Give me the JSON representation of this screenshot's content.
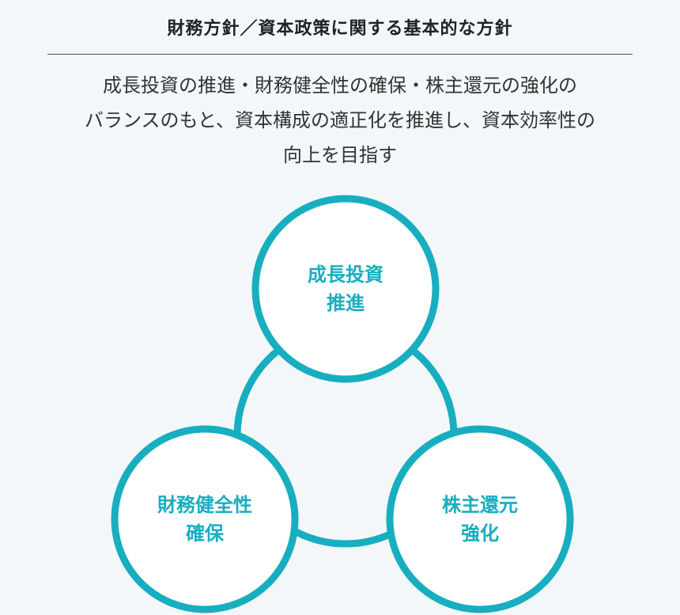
{
  "heading": "財務方針／資本政策に関する基本的な方針",
  "statement": {
    "lines": [
      "成長投資の推進・財務健全性の確保・株主還元の強化の",
      "バランスのもと、資本構成の適正化を推進し、資本効率性の",
      "向上を目指す"
    ]
  },
  "pillars": {
    "top": {
      "lines": [
        "成長投資",
        "推進"
      ]
    },
    "left": {
      "lines": [
        "財務健全性",
        "確保"
      ]
    },
    "right": {
      "lines": [
        "株主還元",
        "強化"
      ]
    }
  },
  "colors": {
    "accent": "#17aebf",
    "background": "#f3f7fa",
    "text": "#222222"
  }
}
